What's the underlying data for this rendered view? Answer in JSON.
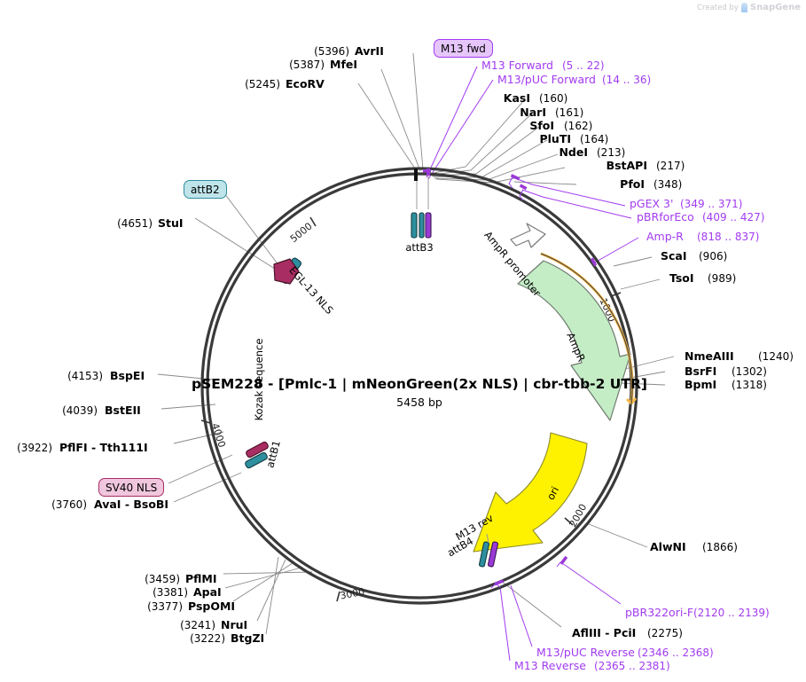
{
  "watermark": {
    "prefix": "Created by",
    "brand": "SnapGene"
  },
  "map": {
    "title": "pSEM228 - [Pmlc-1 | mNeonGreen(2x NLS) | cbr-tbb-2 UTR]",
    "size_label": "5458 bp",
    "length_bp": 5458,
    "topology": "circular",
    "ruler_ticks": [
      {
        "label": "1000",
        "bp": 1000
      },
      {
        "label": "2000",
        "bp": 2000
      },
      {
        "label": "3000",
        "bp": 3000
      },
      {
        "label": "4000",
        "bp": 4000
      },
      {
        "label": "5000",
        "bp": 5000
      }
    ]
  },
  "colors": {
    "backbone": "#3a3a3a",
    "enzyme_text": "#000000",
    "primer": "#a23bf0",
    "ampr_fill": "#c4edc6",
    "ampr_promoter_fill": "#ffffff",
    "ori_fill": "#fff200",
    "orf_orange": "#f6b94a",
    "nls_magenta": "#a82d63",
    "att_teal": "#2e8f9e",
    "att_purple": "#9a3ad6",
    "badge_attb2_fill": "#bfe4ea",
    "badge_attb2_border": "#2e8f9e",
    "badge_sv40_fill": "#efc6dd",
    "badge_sv40_border": "#a82d63",
    "badge_m13fwd_fill": "#e6c6fa",
    "badge_m13fwd_border": "#a23bf0"
  },
  "enzymes_top": [
    {
      "name": "AvrII",
      "pos": "(5396)"
    },
    {
      "name": "MfeI",
      "pos": "(5387)"
    },
    {
      "name": "EcoRV",
      "pos": "(5245)"
    }
  ],
  "enzymes_topright": [
    {
      "name": "KasI",
      "pos": "(160)"
    },
    {
      "name": "NarI",
      "pos": "(161)"
    },
    {
      "name": "SfoI",
      "pos": "(162)"
    },
    {
      "name": "PluTI",
      "pos": "(164)"
    },
    {
      "name": "NdeI",
      "pos": "(213)"
    },
    {
      "name": "BstAPI",
      "pos": "(217)"
    },
    {
      "name": "PfoI",
      "pos": "(348)"
    }
  ],
  "enzymes_right": [
    {
      "name": "ScaI",
      "pos": "(906)"
    },
    {
      "name": "TsoI",
      "pos": "(989)"
    },
    {
      "name": "NmeAIII",
      "pos": "(1240)"
    },
    {
      "name": "BsrFI",
      "pos": "(1302)"
    },
    {
      "name": "BpmI",
      "pos": "(1318)"
    },
    {
      "name": "AlwNI",
      "pos": "(1866)"
    }
  ],
  "enzymes_bottom": [
    {
      "name": "AflIII  -  PciI",
      "pos": "(2275)"
    },
    {
      "name": "BtgZI",
      "pos": "(3222)"
    },
    {
      "name": "NruI",
      "pos": "(3241)"
    },
    {
      "name": "PspOMI",
      "pos": "(3377)"
    },
    {
      "name": "ApaI",
      "pos": "(3381)"
    },
    {
      "name": "PflMI",
      "pos": "(3459)"
    }
  ],
  "enzymes_left": [
    {
      "name": "AvaI  -  BsoBI",
      "pos": "(3760)"
    },
    {
      "name": "PflFI  -  Tth111I",
      "pos": "(3922)"
    },
    {
      "name": "BstEII",
      "pos": "(4039)"
    },
    {
      "name": "BspEI",
      "pos": "(4153)"
    },
    {
      "name": "StuI",
      "pos": "(4651)"
    }
  ],
  "primers": [
    {
      "name": "M13 Forward",
      "range": "(5 .. 22)"
    },
    {
      "name": "M13/pUC Forward",
      "range": "(14 .. 36)"
    },
    {
      "name": "pGEX 3'",
      "range": "(349 .. 371)"
    },
    {
      "name": "pBRforEco",
      "range": "(409 .. 427)"
    },
    {
      "name": "Amp-R",
      "range": "(818 .. 837)"
    },
    {
      "name": "pBR322ori-F",
      "range": "(2120 .. 2139)"
    },
    {
      "name": "M13/pUC Reverse",
      "range": "(2346 .. 2368)"
    },
    {
      "name": "M13 Reverse",
      "range": "(2365 .. 2381)"
    }
  ],
  "badges": [
    {
      "name": "M13 fwd",
      "id": "m13fwd"
    },
    {
      "name": "attB2",
      "id": "attb2"
    },
    {
      "name": "SV40 NLS",
      "id": "sv40nls"
    }
  ],
  "features": [
    {
      "name": "attB3",
      "kind": "att"
    },
    {
      "name": "attB1",
      "kind": "att"
    },
    {
      "name": "attB4",
      "kind": "att"
    },
    {
      "name": "M13 rev",
      "kind": "primer-inline"
    },
    {
      "name": "EGL-13 NLS",
      "kind": "nls"
    },
    {
      "name": "Kozak sequence",
      "kind": "misc"
    },
    {
      "name": "AmpR promoter",
      "kind": "promoter"
    },
    {
      "name": "AmpR",
      "kind": "cds"
    },
    {
      "name": "ori",
      "kind": "rep_origin"
    }
  ]
}
